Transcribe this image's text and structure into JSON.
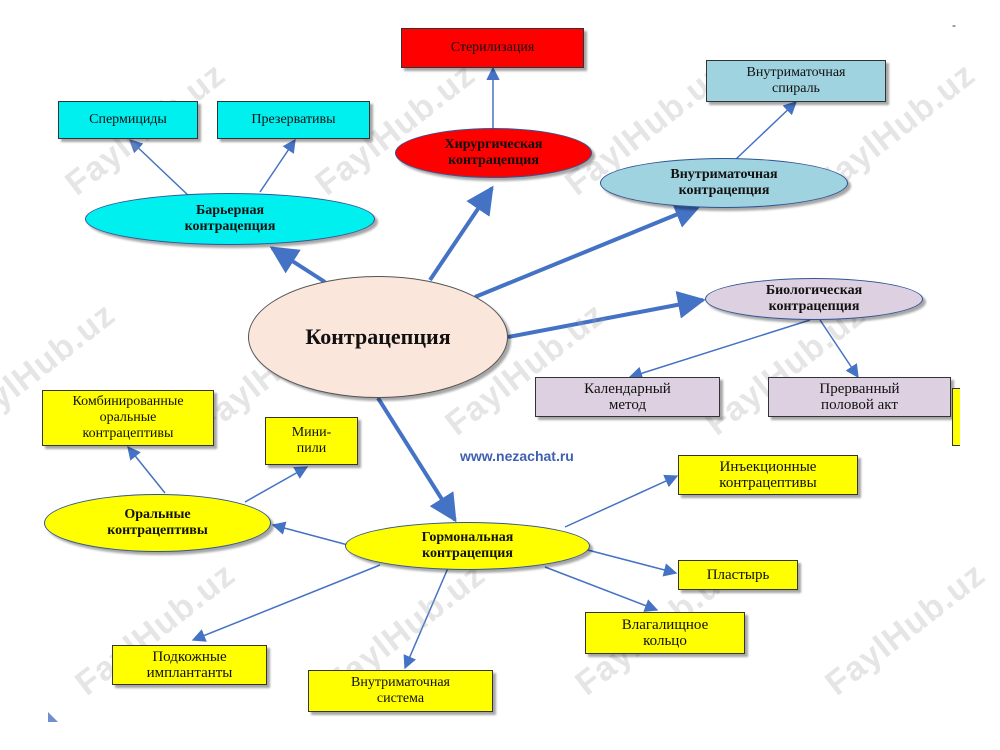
{
  "center": "Контрацепция",
  "categories": {
    "barrier": "Барьерная\nконтрацепция",
    "surgical": "Хирургическая\nконтрацепция",
    "intrauterine": "Внутриматочная\nконтрацепция",
    "biological": "Биологическая\nконтрацепция",
    "hormonal": "Гормональная\nконтрацепция",
    "oral": "Оральные\nконтрацептивы"
  },
  "items": {
    "spermicides": "Спермициды",
    "condoms": "Презервативы",
    "sterilization": "Стерилизация",
    "iud": "Внутриматочная\nспираль",
    "calendar": "Календарный\nметод",
    "interrupted": "Прерванный\nполовой акт",
    "combined_oral": "Комбинированные\nоральные\nконтрацептивы",
    "mini_pills": "Мини-\nпили",
    "injectable": "Инъекционные\nконтрацептивы",
    "patch": "Пластырь",
    "vaginal_ring": "Влагалищное\nкольцо",
    "intrauterine_system": "Внутриматочная\nсистема",
    "implants": "Подкожные\nимплантанты"
  },
  "website": "www.nezachat.ru",
  "watermark": "FaylHub.uz",
  "colors": {
    "cyan": "#00f0f0",
    "red": "#ff0000",
    "lightblue": "#9fd3df",
    "lavender": "#ddd0e0",
    "yellow": "#ffff00",
    "center_fill": "#fbe6dc",
    "arrow": "#4472c4"
  }
}
